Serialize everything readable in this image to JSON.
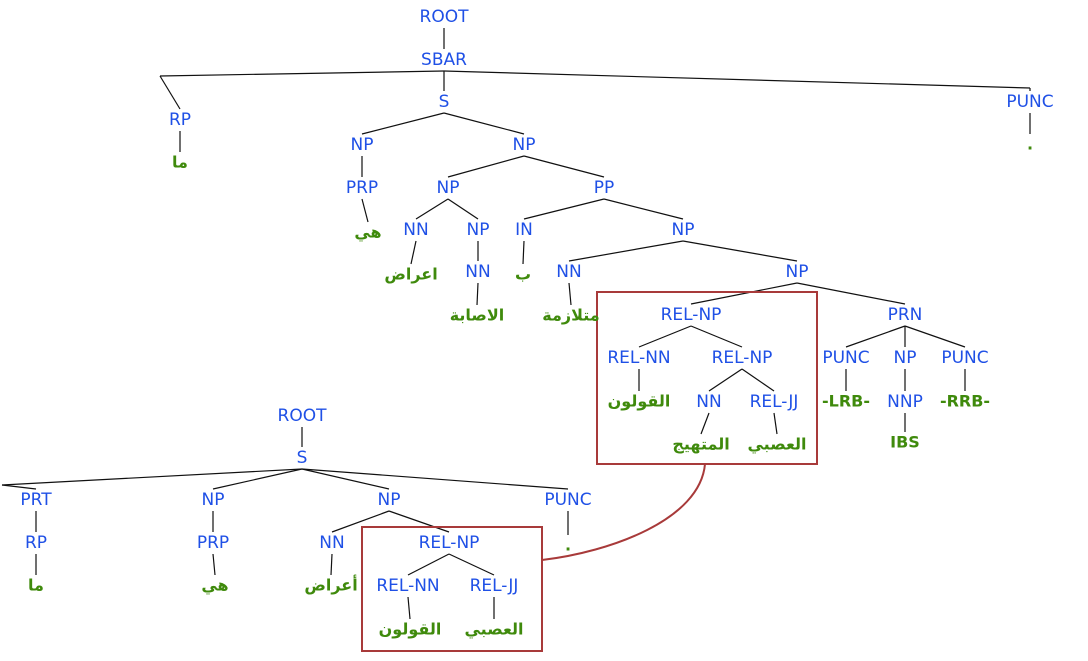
{
  "colors": {
    "category": "#1f50e6",
    "word": "#3f8a0c",
    "edge": "#111111",
    "highlight": "#a83a3a"
  },
  "tree1": {
    "nodes": [
      {
        "id": "t1_root",
        "text": "ROOT",
        "kind": "cat"
      },
      {
        "id": "t1_sbar",
        "text": "SBAR",
        "kind": "cat"
      },
      {
        "id": "t1_rp",
        "text": "RP",
        "kind": "cat"
      },
      {
        "id": "t1_ma",
        "text": "ما",
        "kind": "word"
      },
      {
        "id": "t1_s",
        "text": "S",
        "kind": "cat"
      },
      {
        "id": "t1_punc",
        "text": "PUNC",
        "kind": "cat"
      },
      {
        "id": "t1_dot",
        "text": ".",
        "kind": "word"
      },
      {
        "id": "t1_np1",
        "text": "NP",
        "kind": "cat"
      },
      {
        "id": "t1_prp",
        "text": "PRP",
        "kind": "cat"
      },
      {
        "id": "t1_hiya",
        "text": "هي",
        "kind": "word"
      },
      {
        "id": "t1_np2",
        "text": "NP",
        "kind": "cat"
      },
      {
        "id": "t1_np3",
        "text": "NP",
        "kind": "cat"
      },
      {
        "id": "t1_nn1",
        "text": "NN",
        "kind": "cat"
      },
      {
        "id": "t1_aarad",
        "text": "اعراض",
        "kind": "word"
      },
      {
        "id": "t1_np4",
        "text": "NP",
        "kind": "cat"
      },
      {
        "id": "t1_nn2",
        "text": "NN",
        "kind": "cat"
      },
      {
        "id": "t1_isaba",
        "text": "الاصابة",
        "kind": "word"
      },
      {
        "id": "t1_pp",
        "text": "PP",
        "kind": "cat"
      },
      {
        "id": "t1_in",
        "text": "IN",
        "kind": "cat"
      },
      {
        "id": "t1_bi",
        "text": "ب",
        "kind": "word"
      },
      {
        "id": "t1_np5",
        "text": "NP",
        "kind": "cat"
      },
      {
        "id": "t1_nn3",
        "text": "NN",
        "kind": "cat"
      },
      {
        "id": "t1_mutalazima",
        "text": "متلازمة",
        "kind": "word"
      },
      {
        "id": "t1_np6",
        "text": "NP",
        "kind": "cat"
      },
      {
        "id": "t1_relnp1",
        "text": "REL-NP",
        "kind": "cat"
      },
      {
        "id": "t1_relnn",
        "text": "REL-NN",
        "kind": "cat"
      },
      {
        "id": "t1_qawlun",
        "text": "القولون",
        "kind": "word"
      },
      {
        "id": "t1_relnp2",
        "text": "REL-NP",
        "kind": "cat"
      },
      {
        "id": "t1_nn4",
        "text": "NN",
        "kind": "cat"
      },
      {
        "id": "t1_mutahayyij",
        "text": "المتهيج",
        "kind": "word"
      },
      {
        "id": "t1_reljj",
        "text": "REL-JJ",
        "kind": "cat"
      },
      {
        "id": "t1_asabi",
        "text": "العصبي",
        "kind": "word"
      },
      {
        "id": "t1_prn",
        "text": "PRN",
        "kind": "cat"
      },
      {
        "id": "t1_punc2",
        "text": "PUNC",
        "kind": "cat"
      },
      {
        "id": "t1_lrb",
        "text": "-LRB-",
        "kind": "word"
      },
      {
        "id": "t1_np7",
        "text": "NP",
        "kind": "cat"
      },
      {
        "id": "t1_nnp",
        "text": "NNP",
        "kind": "cat"
      },
      {
        "id": "t1_ibs",
        "text": "IBS",
        "kind": "word"
      },
      {
        "id": "t1_punc3",
        "text": "PUNC",
        "kind": "cat"
      },
      {
        "id": "t1_rrb",
        "text": "-RRB-",
        "kind": "word"
      }
    ]
  },
  "tree2": {
    "nodes": [
      {
        "id": "t2_root",
        "text": "ROOT",
        "kind": "cat"
      },
      {
        "id": "t2_s",
        "text": "S",
        "kind": "cat"
      },
      {
        "id": "t2_prt",
        "text": "PRT",
        "kind": "cat"
      },
      {
        "id": "t2_rp",
        "text": "RP",
        "kind": "cat"
      },
      {
        "id": "t2_ma",
        "text": "ما",
        "kind": "word"
      },
      {
        "id": "t2_np1",
        "text": "NP",
        "kind": "cat"
      },
      {
        "id": "t2_prp",
        "text": "PRP",
        "kind": "cat"
      },
      {
        "id": "t2_hiya",
        "text": "هي",
        "kind": "word"
      },
      {
        "id": "t2_np2",
        "text": "NP",
        "kind": "cat"
      },
      {
        "id": "t2_nn",
        "text": "NN",
        "kind": "cat"
      },
      {
        "id": "t2_aarad",
        "text": "أعراض",
        "kind": "word"
      },
      {
        "id": "t2_relnp",
        "text": "REL-NP",
        "kind": "cat"
      },
      {
        "id": "t2_relnn",
        "text": "REL-NN",
        "kind": "cat"
      },
      {
        "id": "t2_qawlun",
        "text": "القولون",
        "kind": "word"
      },
      {
        "id": "t2_reljj",
        "text": "REL-JJ",
        "kind": "cat"
      },
      {
        "id": "t2_asabi",
        "text": "العصبي",
        "kind": "word"
      },
      {
        "id": "t2_punc",
        "text": "PUNC",
        "kind": "cat"
      },
      {
        "id": "t2_dot",
        "text": ".",
        "kind": "word"
      }
    ]
  }
}
